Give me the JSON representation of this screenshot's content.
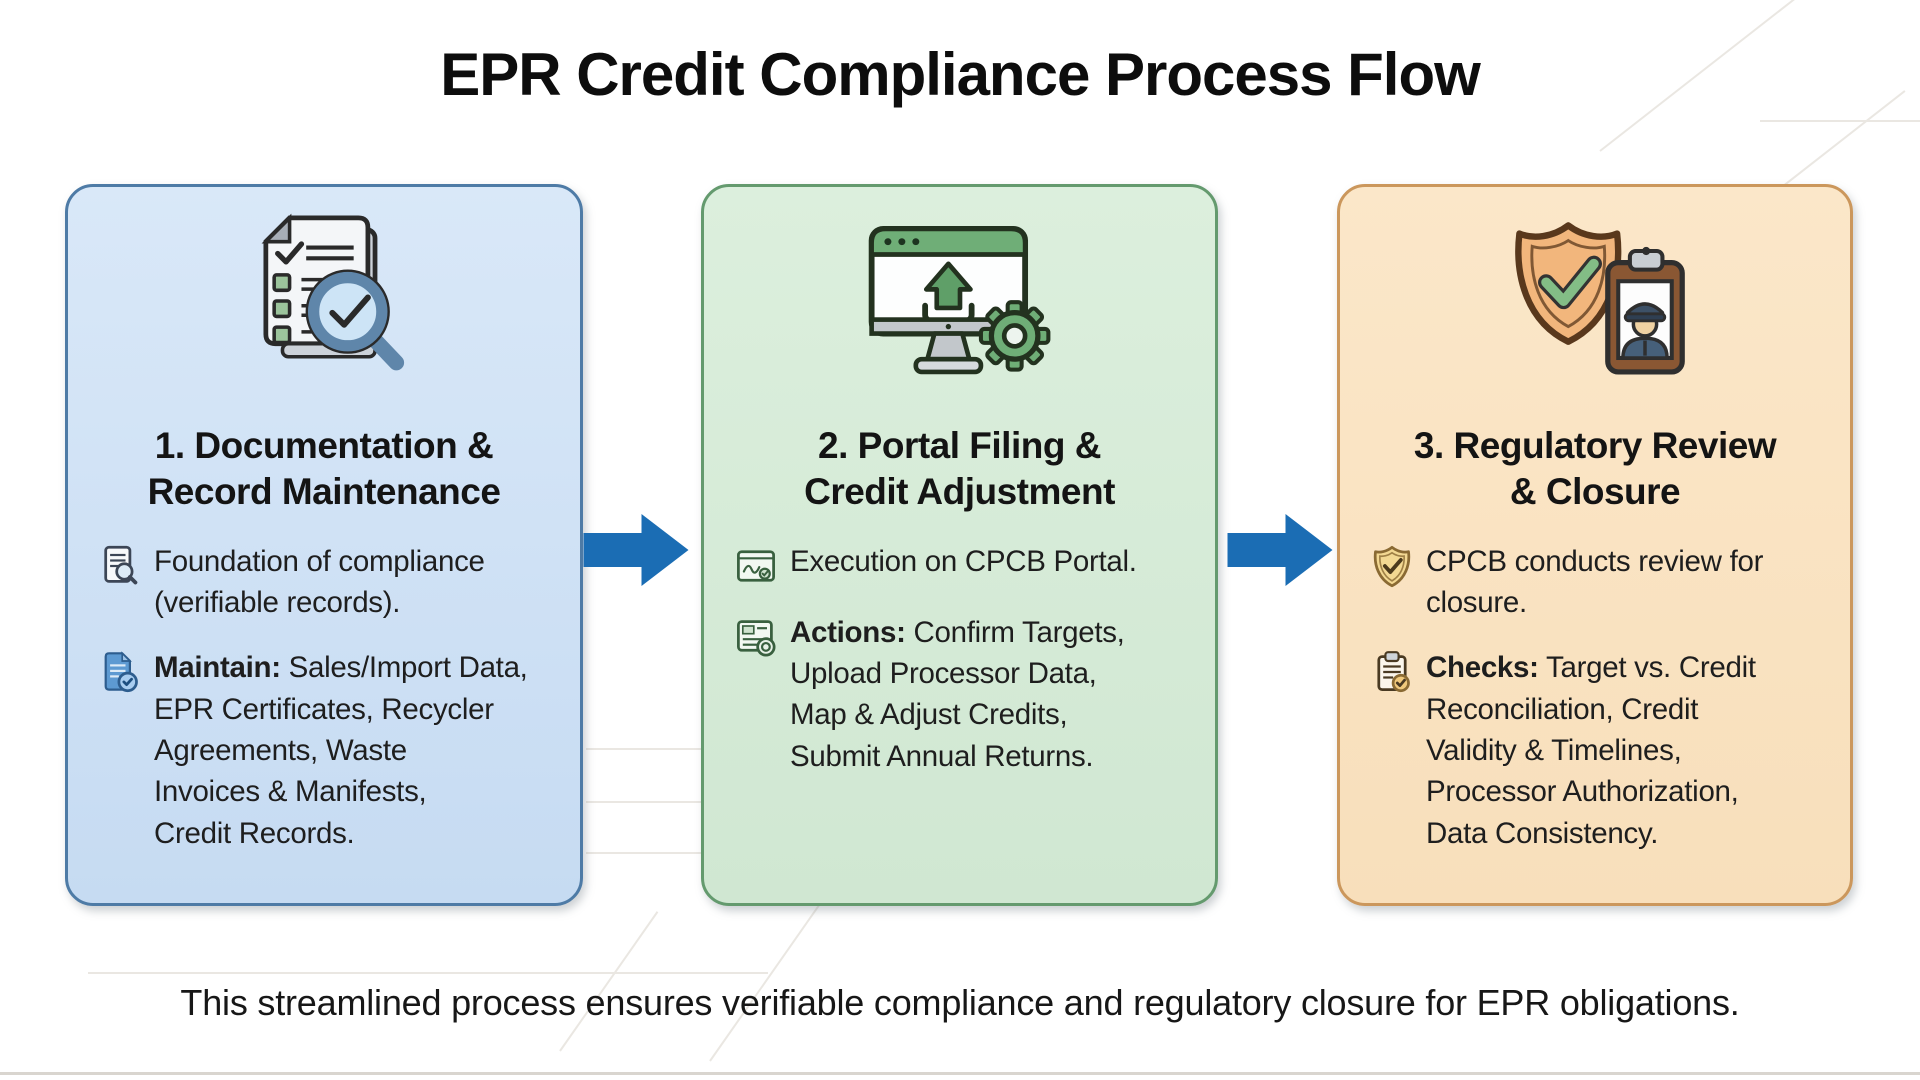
{
  "title": "EPR Credit Compliance Process Flow",
  "footer": "This streamlined process ensures verifiable compliance and regulatory closure for EPR obligations.",
  "colors": {
    "arrow_blue": "#1b6db4",
    "card1_bg": "#cfe1f4",
    "card1_border": "#4e7ba6",
    "card2_bg": "#d6ebd8",
    "card2_border": "#649a6e",
    "card3_bg": "#fae3c3",
    "card3_border": "#cb975c"
  },
  "cards": [
    {
      "heading": "1. Documentation &\nRecord Maintenance",
      "icon": "checklist-magnifier-icon",
      "bullets": [
        {
          "icon": "document-search-icon",
          "bold": "",
          "text": "Foundation of compliance\n(verifiable records)."
        },
        {
          "icon": "document-verified-icon",
          "bold": "Maintain:",
          "text": " Sales/Import Data,\nEPR Certificates, Recycler\nAgreements, Waste\nInvoices & Manifests,\nCredit Records."
        }
      ]
    },
    {
      "heading": "2. Portal Filing &\nCredit Adjustment",
      "icon": "portal-upload-gear-icon",
      "bullets": [
        {
          "icon": "portal-signature-icon",
          "bold": "",
          "text": "Execution on CPCB Portal."
        },
        {
          "icon": "ledger-target-icon",
          "bold": "Actions:",
          "text": " Confirm Targets,\nUpload Processor Data,\nMap & Adjust Credits,\nSubmit Annual Returns."
        }
      ]
    },
    {
      "heading": "3. Regulatory Review\n& Closure",
      "icon": "shield-inspector-icon",
      "bullets": [
        {
          "icon": "shield-check-icon",
          "bold": "",
          "text": "CPCB conducts review for\nclosure."
        },
        {
          "icon": "clipboard-check-icon",
          "bold": "Checks:",
          "text": " Target vs. Credit\nReconciliation, Credit\nValidity & Timelines,\nProcessor Authorization,\nData Consistency."
        }
      ]
    }
  ]
}
